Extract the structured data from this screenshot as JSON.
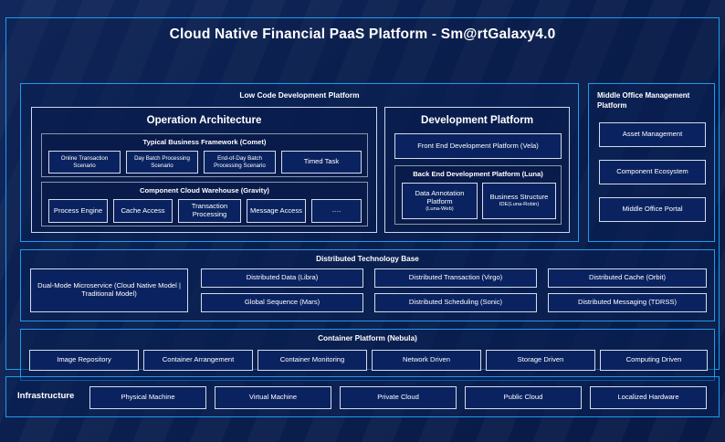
{
  "theme": {
    "background": "#0b1f4e",
    "accent_border": "#1d9bf0",
    "box_fill": "#0a2360",
    "box_border": "#d4dcea",
    "text": "#ffffff"
  },
  "title": "Cloud Native Financial PaaS Platform - Sm@rtGalaxy4.0",
  "low_code": {
    "title": "Low Code Development Platform",
    "operation_architecture": {
      "title": "Operation Architecture",
      "typical_business_framework": {
        "title": "Typical Business Framework (Comet)",
        "items": [
          "Online Transaction Scenario",
          "Day Batch Processing Scenario",
          "End-of-Day Batch Processing Scenario",
          "Timed Task"
        ]
      },
      "component_cloud_warehouse": {
        "title": "Component Cloud Warehouse (Gravity)",
        "items": [
          "Process Engine",
          "Cache Access",
          "Transaction Processing",
          "Message Access",
          "......"
        ]
      }
    },
    "development_platform": {
      "title": "Development Platform",
      "front_end": "Front End Development Platform (Vela)",
      "back_end": {
        "title": "Back End Development Platform (Luna)",
        "items": [
          {
            "main": "Data Annotation Platform",
            "sub": "(Luna-Web)"
          },
          {
            "main": "Business Structure",
            "sub": "IDE(Luna-Robin)"
          }
        ]
      }
    }
  },
  "middle_office": {
    "title": "Middle Office Management Platform",
    "items": [
      "Asset Management",
      "Component Ecosystem",
      "Middle Office Portal"
    ]
  },
  "distributed_technology_base": {
    "title": "Distributed Technology Base",
    "wide_item": "Dual-Mode Microservice (Cloud Native Model | Traditional Model)",
    "grid_items": [
      "Distributed Data (Libra)",
      "Distributed Transaction (Virgo)",
      "Distributed Cache (Orbit)",
      "Global Sequence (Mars)",
      "Distributed Scheduling (Sonic)",
      "Distributed Messaging (TDRSS)"
    ]
  },
  "container_platform": {
    "title": "Container Platform (Nebula)",
    "items": [
      "Image Repository",
      "Container Arrangement",
      "Container Monitoring",
      "Network Driven",
      "Storage Driven",
      "Computing Driven"
    ]
  },
  "infrastructure": {
    "label": "Infrastructure",
    "items": [
      "Physical Machine",
      "Virtual Machine",
      "Private Cloud",
      "Public Cloud",
      "Localized Hardware"
    ]
  }
}
